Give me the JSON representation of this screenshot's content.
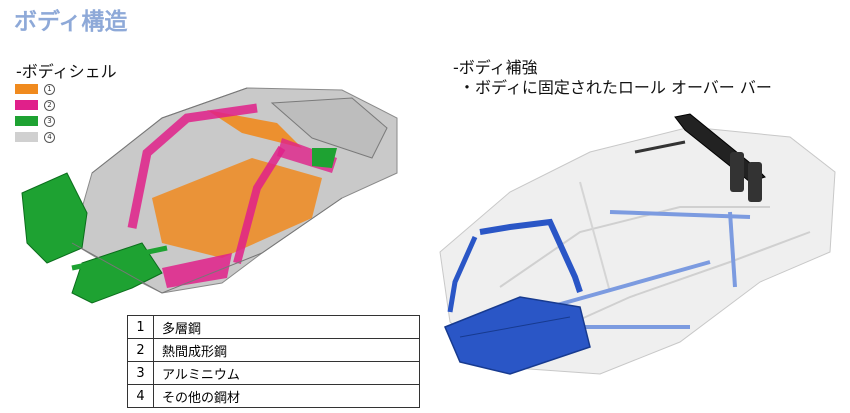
{
  "title": "ボディ構造",
  "left_heading": "-ボディシェル",
  "legend": [
    {
      "marker": "1",
      "color": "#f08a1e"
    },
    {
      "marker": "2",
      "color": "#e0208a"
    },
    {
      "marker": "3",
      "color": "#1ea232"
    },
    {
      "marker": "4",
      "color": "#d0d0d0"
    }
  ],
  "right_heading": "-ボディ補強",
  "right_sub": "・ボディに固定されたロール オーバー バー",
  "materials": [
    {
      "no": "1",
      "name": "多層鋼"
    },
    {
      "no": "2",
      "name": "熱間成形鋼"
    },
    {
      "no": "3",
      "name": "アルミニウム"
    },
    {
      "no": "4",
      "name": "その他の鋼材"
    }
  ],
  "colors": {
    "title": "#8ea9d8",
    "reinforcement": "#2a56c6",
    "rollbar": "#222222"
  }
}
